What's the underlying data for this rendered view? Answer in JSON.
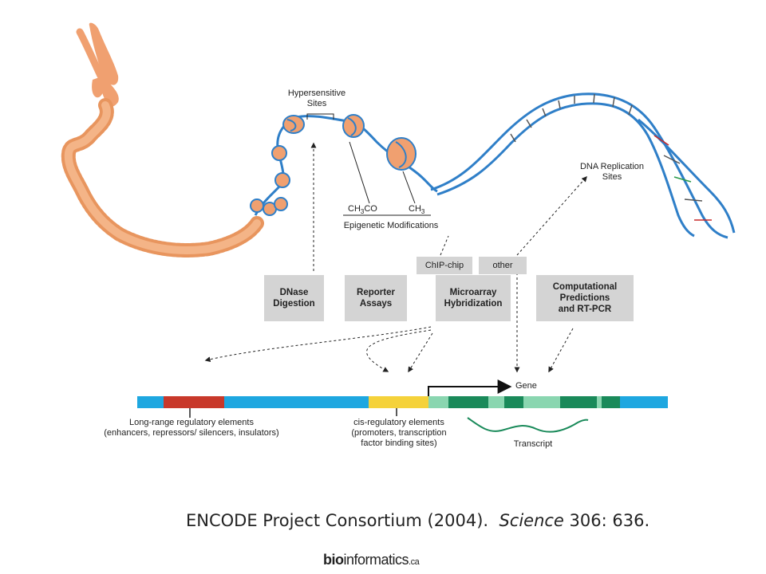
{
  "diagram": {
    "hypersensitive": "Hypersensitive\nSites",
    "dna_replication": "DNA Replication\nSites",
    "acetyl_prefix": "CH",
    "acetyl_sub": "3",
    "acetyl_suffix": "CO",
    "methyl_prefix": "CH",
    "methyl_sub": "3",
    "epigenetic": "Epigenetic Modifications",
    "chip_chip": "ChIP-chip",
    "other": "other",
    "methods": {
      "dnase": "DNase\nDigestion",
      "reporter": "Reporter\nAssays",
      "microarray": "Microarray\nHybridization",
      "computational": "Computational\nPredictions\nand RT-PCR"
    },
    "gene": "Gene",
    "transcript": "Transcript",
    "long_range": "Long-range regulatory elements\n(enhancers, repressors/ silencers, insulators)",
    "cis_regulatory": "cis-regulatory elements\n(promoters, transcription\nfactor binding sites)"
  },
  "colors": {
    "chromatin": "#f0a070",
    "dna_blue": "#2f7fc8",
    "bar_blue": "#1ea7e0",
    "long_range_red": "#c8382a",
    "cis_yellow": "#f5d23a",
    "gene_dark": "#1a8a5a",
    "gene_light": "#8ad6b0",
    "method_box": "#d4d4d4"
  },
  "citation": {
    "authors": "ENCODE Project Consortium (2004).",
    "journal": "Science",
    "volume_pages": "306: 636."
  },
  "brand": {
    "bold": "bio",
    "rest": "informatics",
    "tld": ".ca"
  }
}
